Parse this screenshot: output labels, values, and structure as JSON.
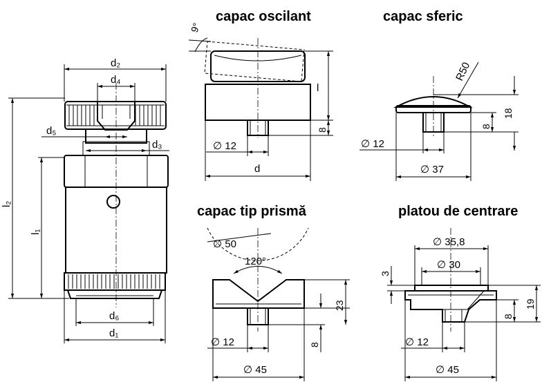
{
  "titles": {
    "oscillating_cap": "capac oscilant",
    "spherical_cap": "capac sferic",
    "prism_cap": "capac tip prismă",
    "centering_plate": "platou de centrare"
  },
  "main_dims": {
    "d2": "d₂",
    "d4": "d₄",
    "d5": "d₅",
    "d3": "d₃",
    "d6": "d₆",
    "d1": "d₁",
    "l2": "l₂",
    "l1": "l₁"
  },
  "oscillating": {
    "angle": "9°",
    "l": "l",
    "h8": "8",
    "dia12": "12",
    "d": "d"
  },
  "spherical": {
    "radius": "R50",
    "h8": "8",
    "h18": "18",
    "dia12": "12",
    "dia37": "37"
  },
  "prism": {
    "dia50": "50",
    "angle": "120°",
    "h23": "23",
    "h8": "8",
    "dia12": "12",
    "dia45": "45"
  },
  "plate": {
    "dia35": "35,8",
    "dia30": "30",
    "h3": "3",
    "h19": "19",
    "h8": "8",
    "dia12": "12",
    "dia45": "45"
  },
  "diameter_symbol": "∅"
}
